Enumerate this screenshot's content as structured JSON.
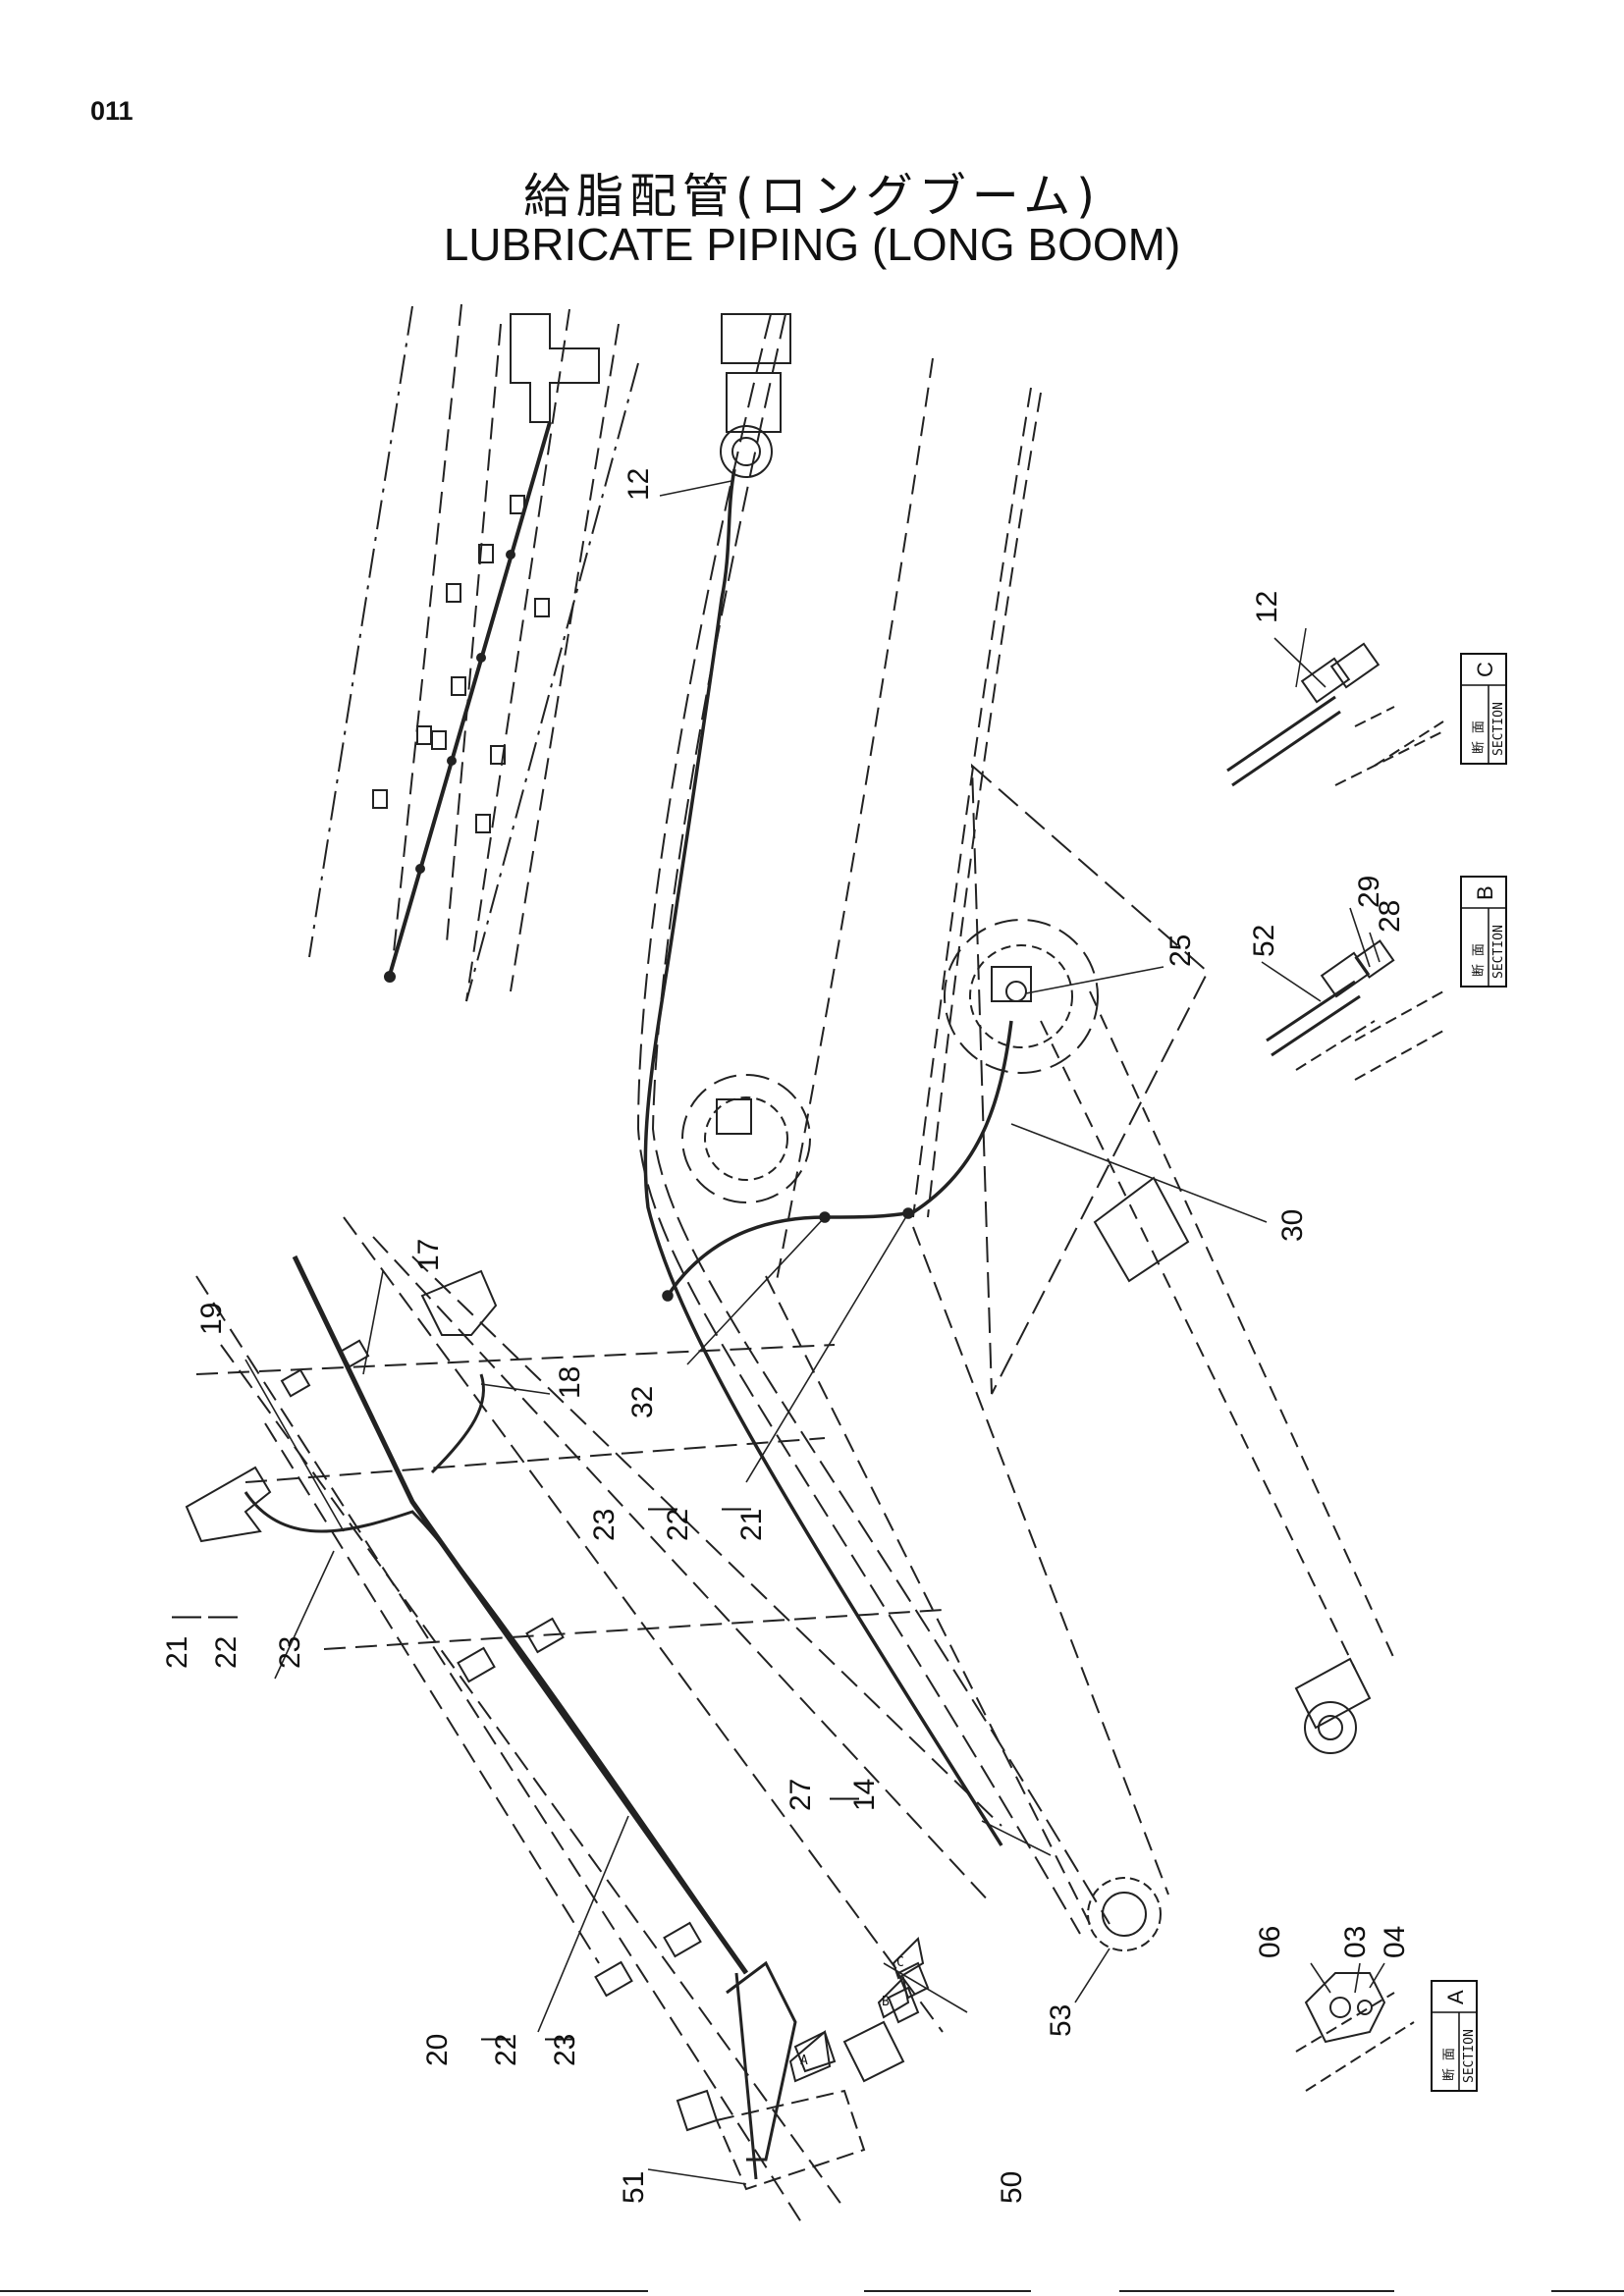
{
  "page_number": "011",
  "title_jp": "給脂配管(ロングブーム)",
  "title_en": "LUBRICATE PIPING (LONG BOOM)",
  "part_labels": {
    "p12a": "12",
    "p12b": "12",
    "p17": "17",
    "p18": "18",
    "p19": "19",
    "p25": "25",
    "p28": "28",
    "p29": "29",
    "p30": "30",
    "p52": "52",
    "p32": "32",
    "p14": "14",
    "p27": "27",
    "p50": "50",
    "p51": "51",
    "p53": "53",
    "p06": "06",
    "p03": "03",
    "p04": "04",
    "g1_21": "21",
    "g1_22": "22",
    "g1_23": "23",
    "g2_23": "23",
    "g2_22": "22",
    "g2_21": "21",
    "g3_20": "20",
    "g3_22": "22",
    "g3_23": "23"
  },
  "sections": {
    "c": {
      "kanji": "断 面",
      "word": "SECTION",
      "letter": "C"
    },
    "b": {
      "kanji": "断 面",
      "word": "SECTION",
      "letter": "B"
    },
    "a": {
      "kanji": "断 面",
      "word": "SECTION",
      "letter": "A"
    }
  },
  "view_marks": {
    "a": "A",
    "b": "B",
    "c": "C"
  }
}
